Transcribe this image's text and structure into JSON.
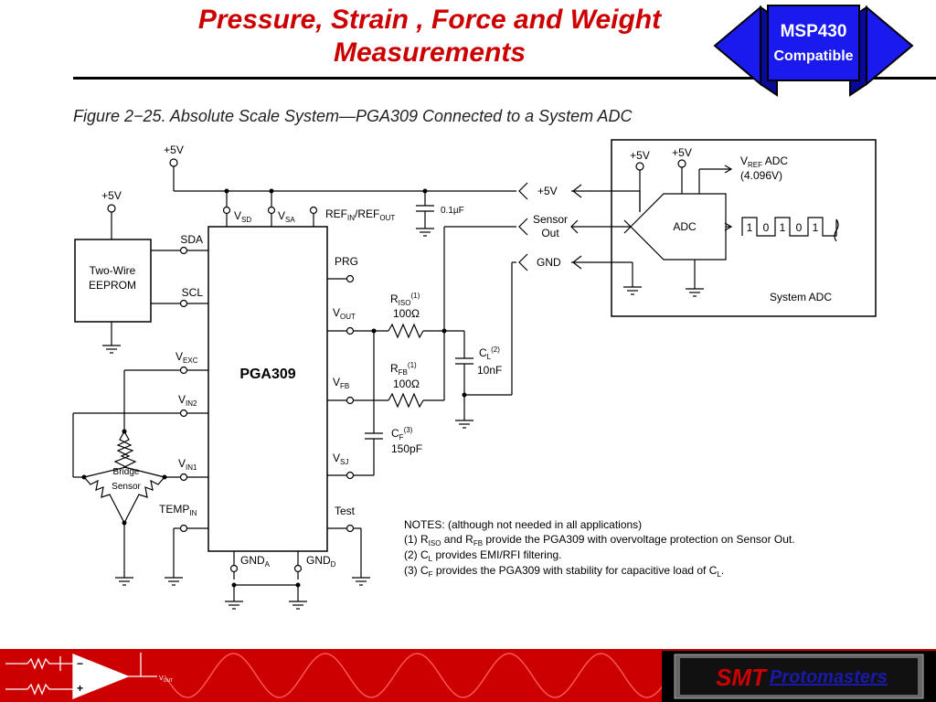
{
  "slide": {
    "title": "Pressure, Strain , Force and Weight Measurements",
    "badge": {
      "line1": "MSP430",
      "line2": "Compatible"
    },
    "figure_caption": "Figure 2−25.  Absolute Scale System—PGA309 Connected to a System ADC"
  },
  "schematic": {
    "supply": "+5V",
    "eeprom": {
      "line1": "Two-Wire",
      "line2": "EEPROM"
    },
    "pga": {
      "name": "PGA309",
      "pins": {
        "sda": "SDA",
        "scl": "SCL",
        "vexc": "V",
        "vexc_sub": "EXC",
        "vin2": "V",
        "vin2_sub": "IN2",
        "vin1": "V",
        "vin1_sub": "IN1",
        "temp": "TEMP",
        "temp_sub": "IN",
        "prg": "PRG",
        "vout": "V",
        "vout_sub": "OUT",
        "vfb": "V",
        "vfb_sub": "FB",
        "vsj": "V",
        "vsj_sub": "SJ",
        "test": "Test",
        "vsd": "V",
        "vsd_sub": "SD",
        "vsa": "V",
        "vsa_sub": "SA",
        "ref": "REF",
        "ref_sub1": "IN",
        "ref_mid": "/REF",
        "ref_sub2": "OUT",
        "gnda": "GND",
        "gnda_sub": "A",
        "gndd": "GND",
        "gndd_sub": "D"
      }
    },
    "bridge": {
      "line1": "Bridge",
      "line2": "Sensor"
    },
    "decoupling_cap": "0.1µF",
    "riso": {
      "name": "R",
      "sub": "ISO",
      "sup": "(1)",
      "value": "100Ω"
    },
    "rfb": {
      "name": "R",
      "sub": "FB",
      "sup": "(1)",
      "value": "100Ω"
    },
    "cl": {
      "name": "C",
      "sub": "L",
      "sup": "(2)",
      "value": "10nF"
    },
    "cf": {
      "name": "C",
      "sub": "F",
      "sup": "(3)",
      "value": "150pF"
    },
    "connector": {
      "supply": "+5V",
      "sensor_line1": "Sensor",
      "sensor_line2": "Out",
      "gnd": "GND"
    },
    "system_adc": {
      "label": "System ADC",
      "adc": "ADC",
      "vref": "V",
      "vref_sub": "REF",
      "vref_after": " ADC",
      "vref_value": "(4.096V)",
      "bits": [
        "1",
        "0",
        "1",
        "0",
        "1"
      ]
    },
    "notes": {
      "heading": "NOTES: (although not needed in all applications)",
      "n1": {
        "a": "(1) R",
        "b": "ISO",
        "c": " and R",
        "d": "FB",
        "e": " provide the PGA309 with overvoltage protection on Sensor Out."
      },
      "n2": {
        "a": "(2) C",
        "b": "L",
        "c": " provides EMI/RFI filtering."
      },
      "n3": {
        "a": "(3) C",
        "b": "F",
        "c": " provides the PGA309 with stability for capacitive load of C",
        "d": "L",
        "e": "."
      }
    }
  },
  "footer": {
    "opamp": {
      "minus": "−",
      "plus": "+",
      "vout": "V",
      "vout_sub": "OUT"
    },
    "brand": {
      "smt": "SMT",
      "proto": "Protomasters"
    }
  },
  "colors": {
    "title": "#cc0000",
    "badge_fill": "#1a1aee",
    "footer_band": "#cc0000",
    "brand_box": "#000000"
  }
}
